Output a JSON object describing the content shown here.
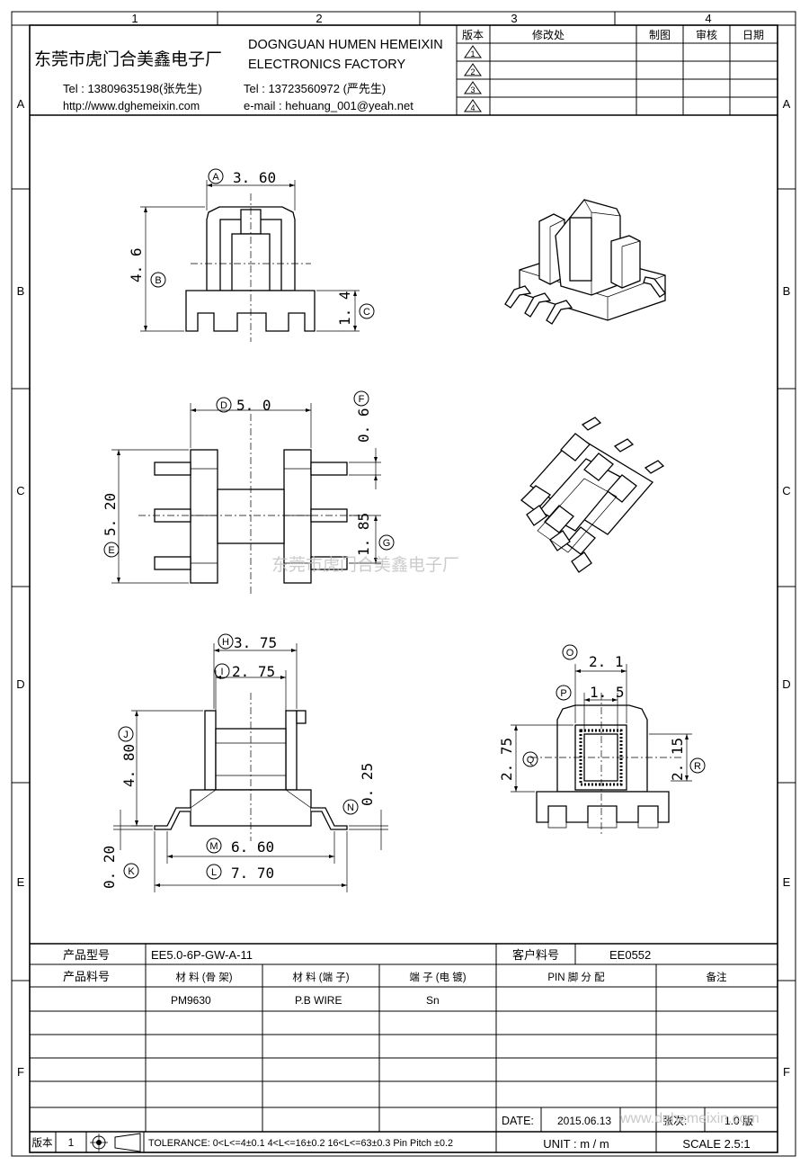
{
  "grid": {
    "columns": [
      "1",
      "2",
      "3",
      "4"
    ],
    "rows": [
      "A",
      "B",
      "C",
      "D",
      "E",
      "F"
    ]
  },
  "header": {
    "company_cn": "东莞市虎门合美鑫电子厂",
    "company_en_1": "DOGNGUAN HUMEN HEMEIXIN",
    "company_en_2": "ELECTRONICS FACTORY",
    "tel1": "Tel : 13809635198(张先生)",
    "tel2": "Tel  :  13723560972 (严先生)",
    "website": "http://www.dghemeixin.com",
    "email": "e-mail : hehuang_001@yeah.net"
  },
  "revision_table": {
    "headers": [
      "版本",
      "修改处",
      "制图",
      "审核",
      "日期"
    ],
    "rows": [
      "1",
      "2",
      "3",
      "4"
    ]
  },
  "dimensions": {
    "A": "3. 60",
    "B": "4. 6",
    "C": "1. 4",
    "D": "5. 0",
    "E": "5. 20",
    "F": "0. 6",
    "G": "1. 85",
    "H": "3. 75",
    "I": "2. 75",
    "J": "4. 80",
    "K": "0. 20",
    "L": "7. 70",
    "M": "6. 60",
    "N": "0. 25",
    "O": "2. 1",
    "P": "1. 5",
    "Q": "2. 75",
    "R": "2. 15"
  },
  "watermark": "东莞市虎门合美鑫电子厂",
  "title_block": {
    "product_model_label": "产品型号",
    "product_model": "EE5.0-6P-GW-A-11",
    "customer_code_label": "客户料号",
    "customer_code": "EE0552",
    "product_code_label": "产品料号",
    "material_bobbin_label": "材 料 (骨 架)",
    "material_pin_label": "材 料 (端 子)",
    "plating_label": "端 子 (电 镀)",
    "pin_assign_label": "PIN 脚 分 配",
    "remarks_label": "备注",
    "material_bobbin": "PM9630",
    "material_pin": "P.B WIRE",
    "plating": "Sn",
    "date_label": "DATE:",
    "date": "2015.06.13",
    "page_label": "张次:",
    "page": "1.0 版",
    "version_label": "版本",
    "version": "1",
    "tolerance": "TOLERANCE:  0<L<=4±0.1  4<L<=16±0.2  16<L<=63±0.3  Pin Pitch  ±0.2",
    "unit": "UNIT  :  m / m",
    "scale": "SCALE  2.5:1",
    "footer_watermark": "www.dghemeixin.com"
  }
}
